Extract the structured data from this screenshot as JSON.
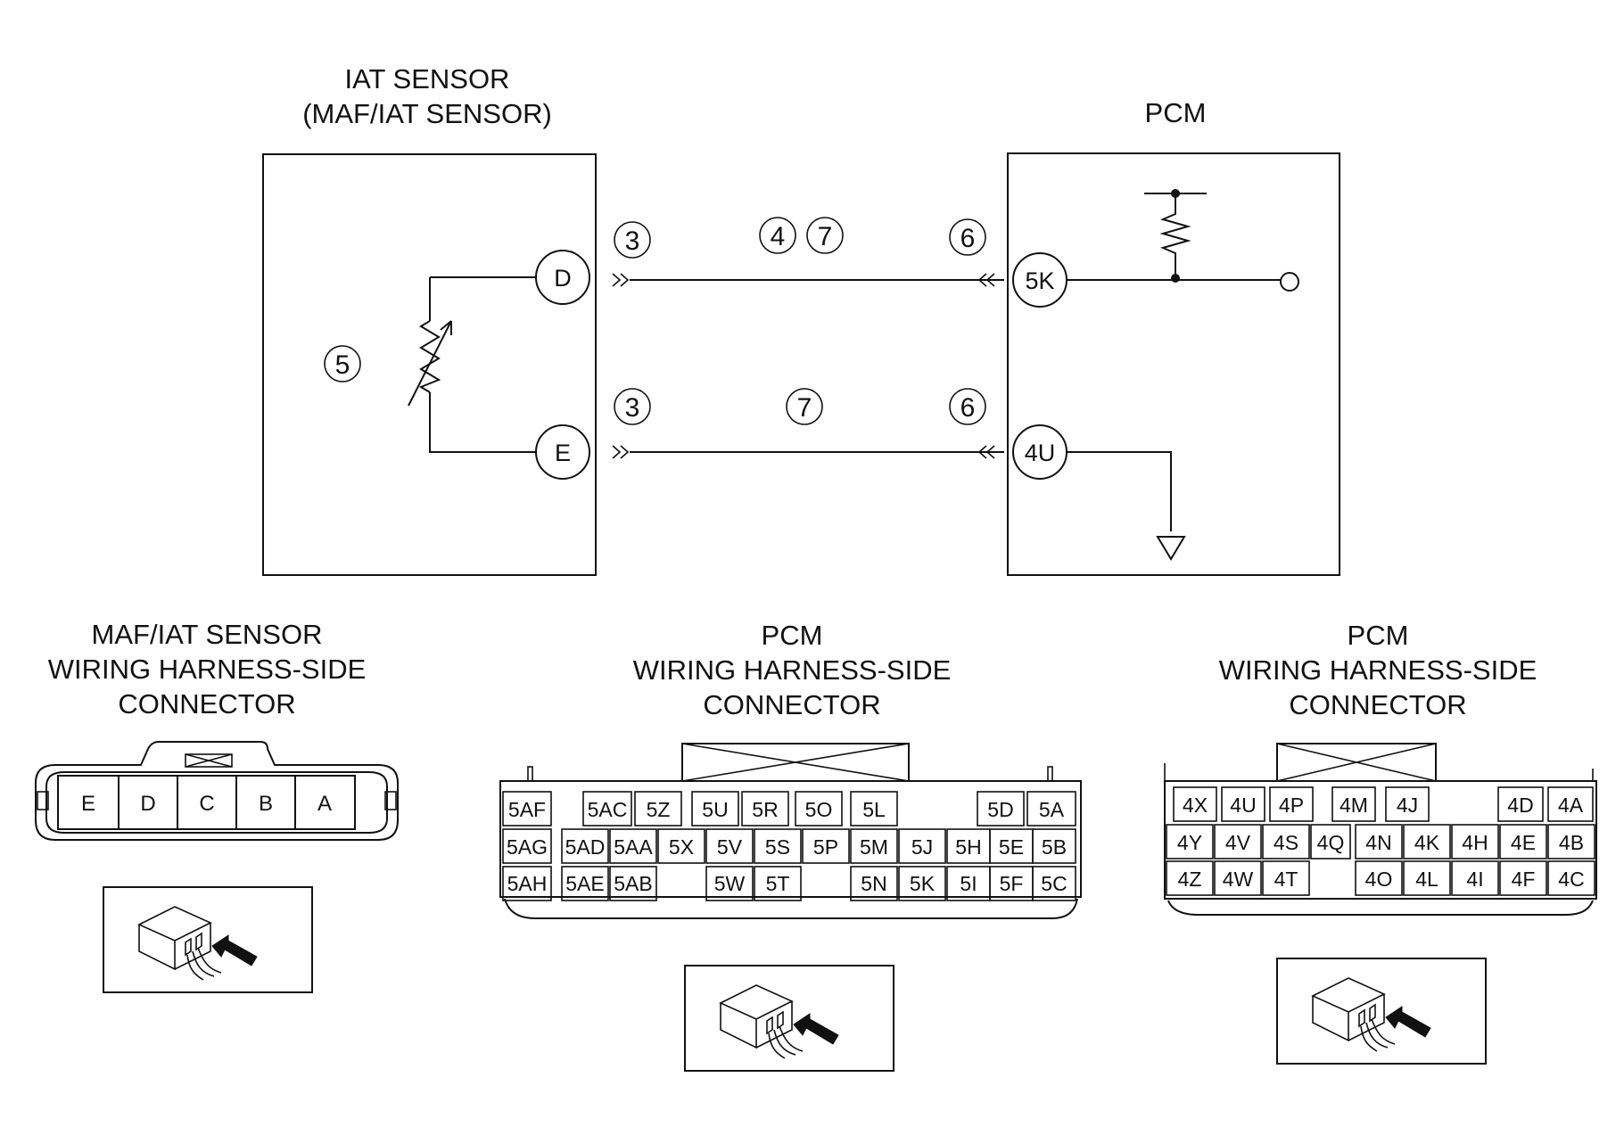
{
  "diagram": {
    "sensor_title": [
      "IAT SENSOR",
      "(MAF/IAT SENSOR)"
    ],
    "pcm_title": "PCM",
    "terminals": {
      "sensor_d": "D",
      "sensor_e": "E",
      "pcm_5k": "5K",
      "pcm_4u": "4U"
    },
    "callouts": {
      "top_sensor_side": "3",
      "top_mid_a": "4",
      "top_mid_b": "7",
      "top_pcm_side": "6",
      "bottom_sensor_side": "3",
      "bottom_mid": "7",
      "bottom_pcm_side": "6",
      "thermistor": "5"
    }
  },
  "connectors": {
    "maf": {
      "title": [
        "MAF/IAT SENSOR",
        "WIRING HARNESS-SIDE",
        "CONNECTOR"
      ],
      "pins": [
        "E",
        "D",
        "C",
        "B",
        "A"
      ]
    },
    "pcm5": {
      "title": [
        "PCM",
        "WIRING HARNESS-SIDE",
        "CONNECTOR"
      ],
      "rows": [
        [
          "5AF",
          "5AC",
          "5Z",
          "5U",
          "5R",
          "5O",
          "5L",
          "5D",
          "5A"
        ],
        [
          "5AG",
          "5AD",
          "5AA",
          "5X",
          "5V",
          "5S",
          "5P",
          "5M",
          "5J",
          "5H",
          "5E",
          "5B"
        ],
        [
          "5AH",
          "5AE",
          "5AB",
          "5W",
          "5T",
          "5N",
          "5K",
          "5I",
          "5F",
          "5C"
        ]
      ]
    },
    "pcm4": {
      "title": [
        "PCM",
        "WIRING HARNESS-SIDE",
        "CONNECTOR"
      ],
      "rows": [
        [
          "4X",
          "4U",
          "4P",
          "4M",
          "4J",
          "4D",
          "4A"
        ],
        [
          "4Y",
          "4V",
          "4S",
          "4Q",
          "4N",
          "4K",
          "4H",
          "4E",
          "4B"
        ],
        [
          "4Z",
          "4W",
          "4T",
          "4O",
          "4L",
          "4I",
          "4F",
          "4C"
        ]
      ]
    }
  }
}
